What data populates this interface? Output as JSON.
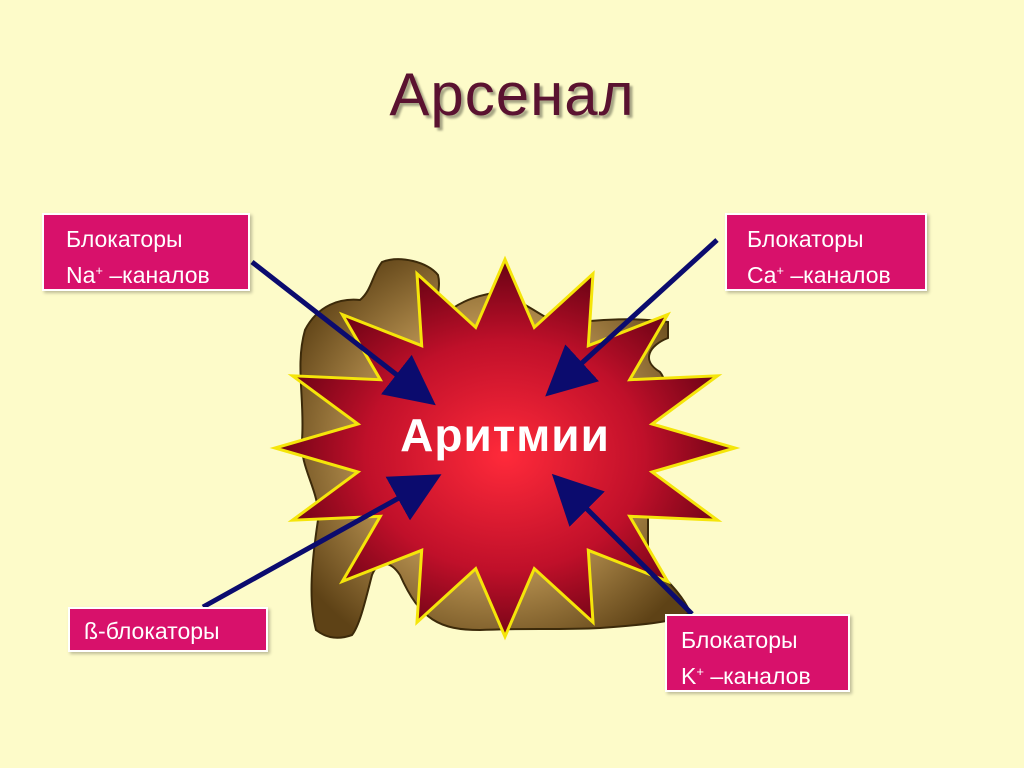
{
  "title": "Арсенал",
  "center": {
    "label": "Аритмии"
  },
  "boxes": {
    "na": {
      "line1": "Блокаторы",
      "line2_prefix": "Na",
      "line2_sup": "+",
      "line2_suffix": " –каналов"
    },
    "ca": {
      "line1": "Блокаторы",
      "line2_prefix": "Ca",
      "line2_sup": "+",
      "line2_suffix": " –каналов"
    },
    "beta": {
      "line1": "ß-блокаторы"
    },
    "k": {
      "line1": "Блокаторы",
      "line2_prefix": "K",
      "line2_sup": "+",
      "line2_suffix": " –каналов"
    }
  },
  "colors": {
    "background": "#fdfbc9",
    "title": "#5a1230",
    "box_fill": "#d8116b",
    "arrow": "#0b0b6e",
    "star_outline": "#f5e50a",
    "heart": "#7a5a1e"
  }
}
